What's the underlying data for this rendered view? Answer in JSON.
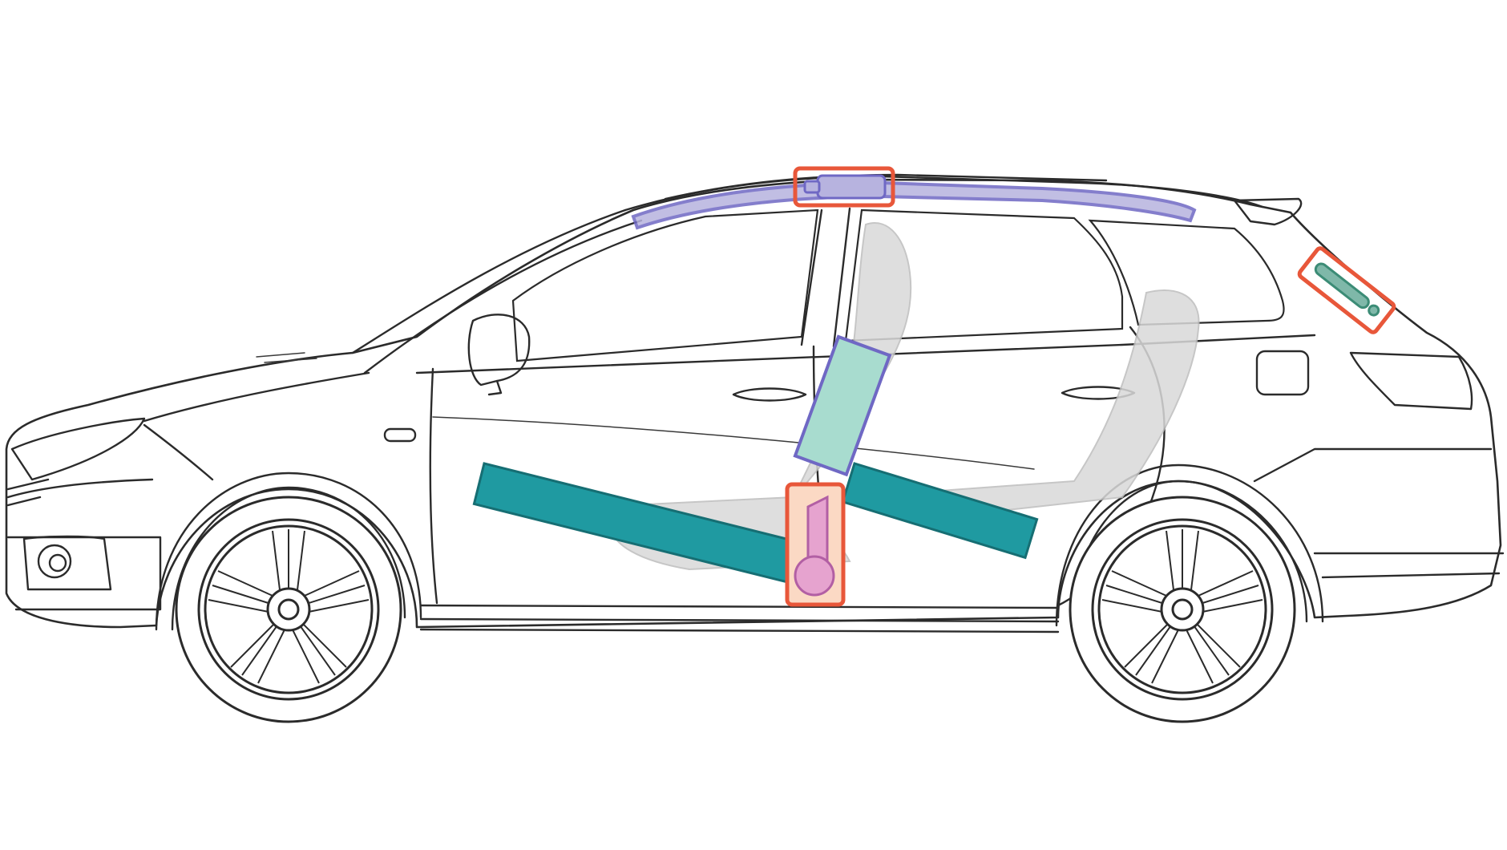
{
  "diagram": {
    "subject": "car-side-view-airbags",
    "components": [
      {
        "id": "curtain-airbag",
        "fill": "#b7b3df",
        "stroke": "#6f68c4"
      },
      {
        "id": "roof-inflator",
        "fill": "#b7b3df",
        "stroke": "#6f68c4",
        "highlight": "#e8573a"
      },
      {
        "id": "rear-pillar-inflator",
        "fill": "#7fb8a9",
        "stroke": "#3c8c76",
        "highlight": "#e8573a"
      },
      {
        "id": "front-seat-side-airbag",
        "fill": "#a8dccf",
        "stroke": "#6f68c4"
      },
      {
        "id": "side-impact-beam-front",
        "fill": "#1f9aa1",
        "stroke": "#166e73"
      },
      {
        "id": "side-impact-beam-rear",
        "fill": "#1f9aa1",
        "stroke": "#166e73"
      },
      {
        "id": "seat-inflator",
        "fill": "#e6a3cf",
        "stroke": "#b25fa4",
        "background": "#fbd9c4",
        "highlight": "#e8573a"
      }
    ]
  }
}
